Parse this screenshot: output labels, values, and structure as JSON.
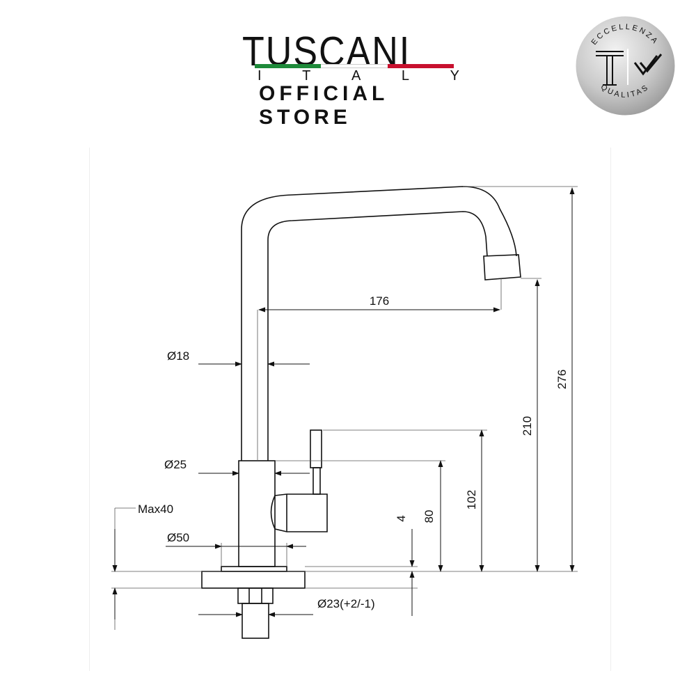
{
  "brand": {
    "wordmark": "TUSCANI",
    "subline_letters": [
      "I",
      "T",
      "A",
      "L",
      "Y"
    ],
    "store_label": "OFFICIAL STORE",
    "flag_colors": [
      "#1e8a3a",
      "#ffffff",
      "#c8102e"
    ]
  },
  "seal": {
    "top_text": "ECCELLENZA",
    "bottom_text": "QUALITAS"
  },
  "dimensions": {
    "spout_reach": "176",
    "tube_diameter": "Ø18",
    "body_diameter": "Ø25",
    "max_thickness": "Max40",
    "base_diameter": "Ø50",
    "thread_diameter": "Ø23(+2/-1)",
    "base_height": "4",
    "handle_axis_height": "80",
    "handle_top_height": "102",
    "spout_outlet_height": "210",
    "total_height": "276"
  },
  "colors": {
    "line": "#111111",
    "guide": "#555555"
  }
}
